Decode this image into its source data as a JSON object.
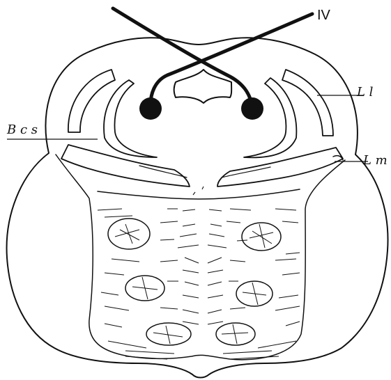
{
  "figure": {
    "labels": {
      "nerve": "IV",
      "lateral_lemniscus": "L l",
      "medial_lemniscus": "L m",
      "cerebellar_peduncle": "B c s"
    },
    "colors": {
      "ink": "#111111",
      "paper": "#ffffff"
    }
  }
}
